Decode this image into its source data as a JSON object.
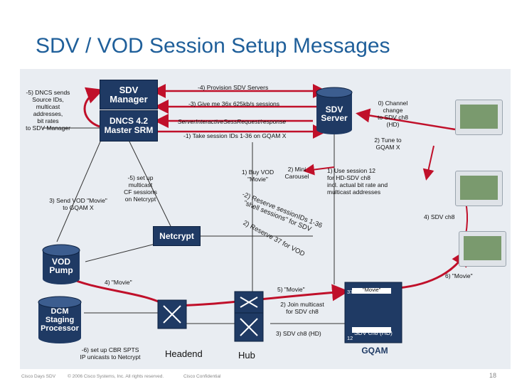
{
  "title": "SDV / VOD Session Setup Messages",
  "boxes": {
    "sdv_manager": "SDV\nManager",
    "dncs": "DNCS 4.2\nMaster SRM",
    "sdv_server": "SDV\nServer",
    "netcrypt": "Netcrypt",
    "vod_pump": "VOD\nPump",
    "dcm": "DCM\nStaging\nProcessor",
    "gqam": "GQAM"
  },
  "labels": {
    "dncs_sends": "-5) DNCS sends\nSource IDs,\nmulticast\naddresses,\nbit rates\nto SDV Manager",
    "provision": "-4) Provision SDV Servers",
    "give_me": "-3) Give me 36x 625kb/s sessions",
    "interactive": "ServerInteractiveSessRequest/response",
    "take_session": "-1) Take session IDs 1-36 on GQAM X",
    "channel_change": "0) Channel\nchange\nto SDV ch8\n(HD)",
    "tune": "2) Tune to\nGQAM X",
    "setup_multicast": "-5) set up\nmulticast\nCF sessions\non Netcrypt",
    "send_vod": "3) Send VOD \"Movie\"\nto GQAM X",
    "buy_vod": "1) Buy VOD\n\"Movie\"",
    "mini_carousel": "2) Mini\nCarousel",
    "use_session": "1) Use session 12\nfor HD-SDV ch8\nincl. actual bit rate and\nmulticast addresses",
    "sdv_ch8_4": "4) SDV ch8",
    "movie_6": "6) \"Movie\"",
    "movie_4": "4) \"Movie\"",
    "movie_5": "5) \"Movie\"",
    "join_multicast": "2) Join multicast\nfor SDV ch8",
    "sdv_ch8_hd_3": "3) SDV ch8 (HD)",
    "sdv_ch8_hd": "SDV ch8 (HD)",
    "movie_small": "\"Movie\"",
    "num_37": "37",
    "num_12": "12",
    "setup_cbr": "-6) set up CBR SPTS\nIP unicasts to Netcrypt",
    "headend": "Headend",
    "hub": "Hub",
    "reserve_1": "-2) Reserve sessionIDs 1-36",
    "reserve_1b": "\"shell sessions\" for SDV",
    "reserve_2": "2) Reserve 37 for VOD"
  },
  "footer": {
    "left": "Cisco Days SDV",
    "copyright": "© 2006 Cisco Systems, Inc. All rights reserved.",
    "confidential": "Cisco Confidential",
    "page": "18"
  },
  "colors": {
    "title": "#1f5f9a",
    "box": "#1f3a64",
    "panel": "#e9edf2",
    "arrow_red": "#c0102a",
    "gqam": "#1f3a64"
  }
}
